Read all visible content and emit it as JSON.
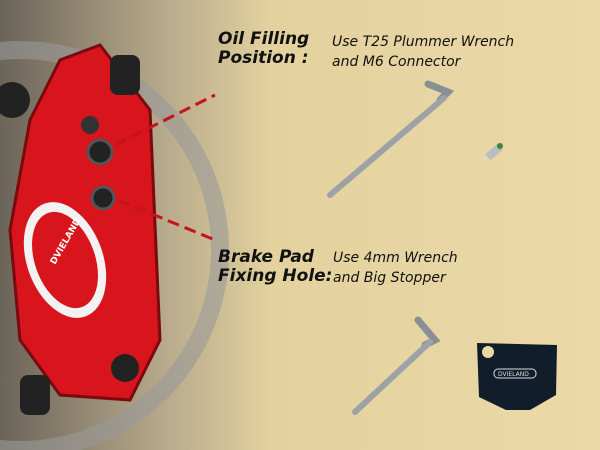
{
  "callouts": [
    {
      "label_line1": "Oil Filling",
      "label_line2": "Position :",
      "desc_line1": "Use T25 Plummer Wrench",
      "desc_line2": "and M6 Connector"
    },
    {
      "label_line1": "Brake Pad",
      "label_line2": "Fixing Hole:",
      "desc_line1": "Use 4mm Wrench",
      "desc_line2": "and Big Stopper"
    }
  ],
  "brand_logo": "DVIELAND",
  "colors": {
    "caliper": "#d8141c",
    "background": "#ead9a6",
    "leader": "#c4151c"
  }
}
